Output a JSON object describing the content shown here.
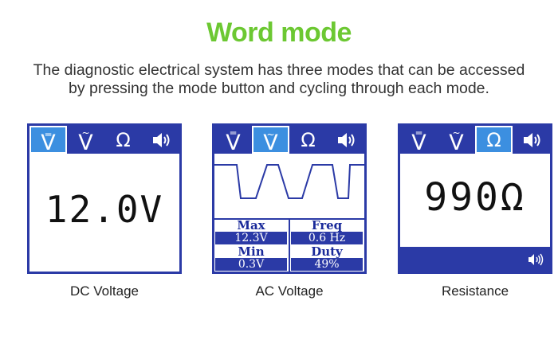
{
  "header": {
    "title": "Word mode",
    "description_line1": "The diagnostic electrical system has three modes that can be accessed",
    "description_line2": "by pressing the mode button and cycling through each mode."
  },
  "tab_symbols": {
    "dc": "V",
    "dc_mark": "═",
    "ac": "V",
    "ac_mark": "~",
    "ohm": "Ω",
    "speaker": "🔊"
  },
  "modes": [
    {
      "caption": "DC Voltage",
      "reading": "12.0V",
      "active_tab": "dc"
    },
    {
      "caption": "AC Voltage",
      "active_tab": "ac",
      "stats": {
        "max_label": "Max",
        "max_value": "12.3V",
        "freq_label": "Freq",
        "freq_value": "0.6 Hz",
        "min_label": "Min",
        "min_value": "0.3V",
        "duty_label": "Duty",
        "duty_value": "49%"
      }
    },
    {
      "caption": "Resistance",
      "reading": "990Ω",
      "active_tab": "ohm",
      "sound_icon": "🕪"
    }
  ],
  "colors": {
    "title_green": "#6cc832",
    "screen_blue": "#2b3aa6",
    "active_tab_blue": "#3c8fe0"
  }
}
